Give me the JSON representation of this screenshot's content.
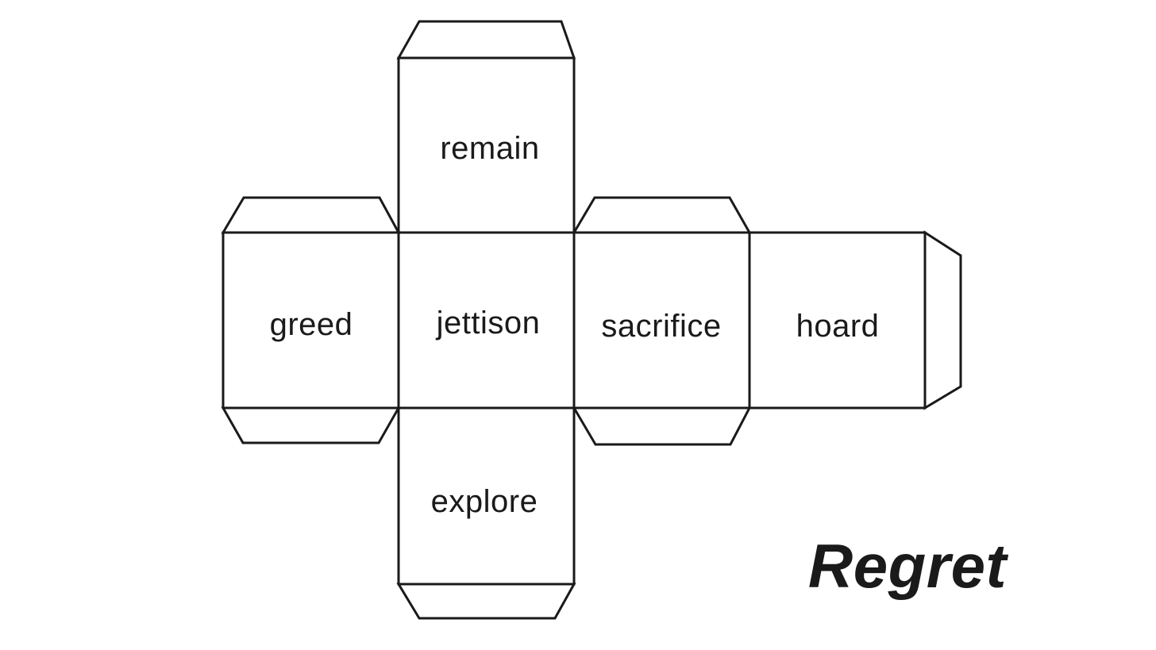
{
  "title": {
    "label": "Regret"
  },
  "colors": {
    "background": "#ffffff",
    "line": "#1a1a1a",
    "text": "#1a1a1a"
  },
  "net": {
    "description": "unfolded cube (dice) net with glue flaps",
    "faces": [
      {
        "id": "remain",
        "label": "remain",
        "position": "top"
      },
      {
        "id": "greed",
        "label": "greed",
        "position": "middle-left"
      },
      {
        "id": "jettison",
        "label": "jettison",
        "position": "middle-center"
      },
      {
        "id": "sacrifice",
        "label": "sacrifice",
        "position": "middle-right"
      },
      {
        "id": "hoard",
        "label": "hoard",
        "position": "middle-far-right"
      },
      {
        "id": "explore",
        "label": "explore",
        "position": "bottom"
      }
    ],
    "flaps": [
      "remain-top",
      "greed-top",
      "greed-bottom",
      "sacrifice-top",
      "sacrifice-bottom",
      "hoard-right",
      "explore-bottom"
    ]
  }
}
